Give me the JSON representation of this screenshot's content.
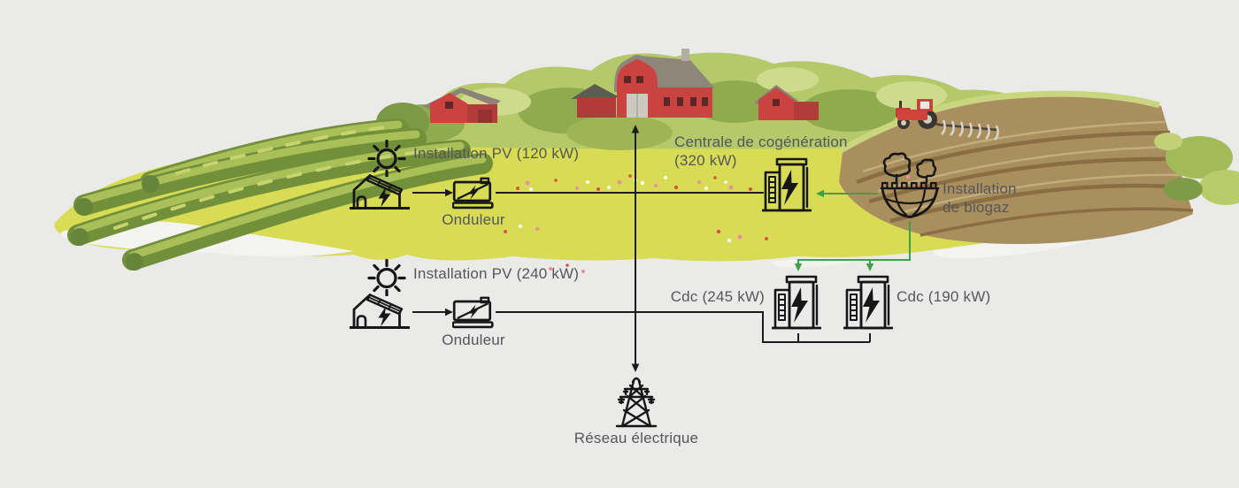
{
  "diagram": {
    "pv1": {
      "label": "Installation PV (120 kW)",
      "inverter_label": "Onduleur"
    },
    "pv2": {
      "label": "Installation PV (240 kW)",
      "inverter_label": "Onduleur"
    },
    "cogeneration": {
      "label_line1": "Centrale de cogénération",
      "label_line2": "(320 kW)"
    },
    "biogas": {
      "label_line1": "Installation",
      "label_line2": "de biogaz"
    },
    "cdc_left": {
      "label": "Cdc (245 kW)"
    },
    "cdc_right": {
      "label": "Cdc (190 kW)"
    },
    "grid": {
      "label": "Réseau électrique"
    }
  },
  "colors": {
    "background": "#eaebe9",
    "field_yellow": "#d8dc55",
    "diagram_line": "#1c1c1c",
    "biogas_flow_green": "#3da04a",
    "label_text": "#55565a",
    "barn_red": "#ca4340",
    "soil_brown": "#a98e5e",
    "crop_green": "#76983d"
  },
  "icons": [
    "sun-icon",
    "pv-barn-icon",
    "inverter-icon",
    "cogeneration-plant-icon",
    "generator-unit-icon",
    "biogas-dome-icon",
    "transmission-tower-icon",
    "tractor-illustration",
    "barn-illustration"
  ]
}
